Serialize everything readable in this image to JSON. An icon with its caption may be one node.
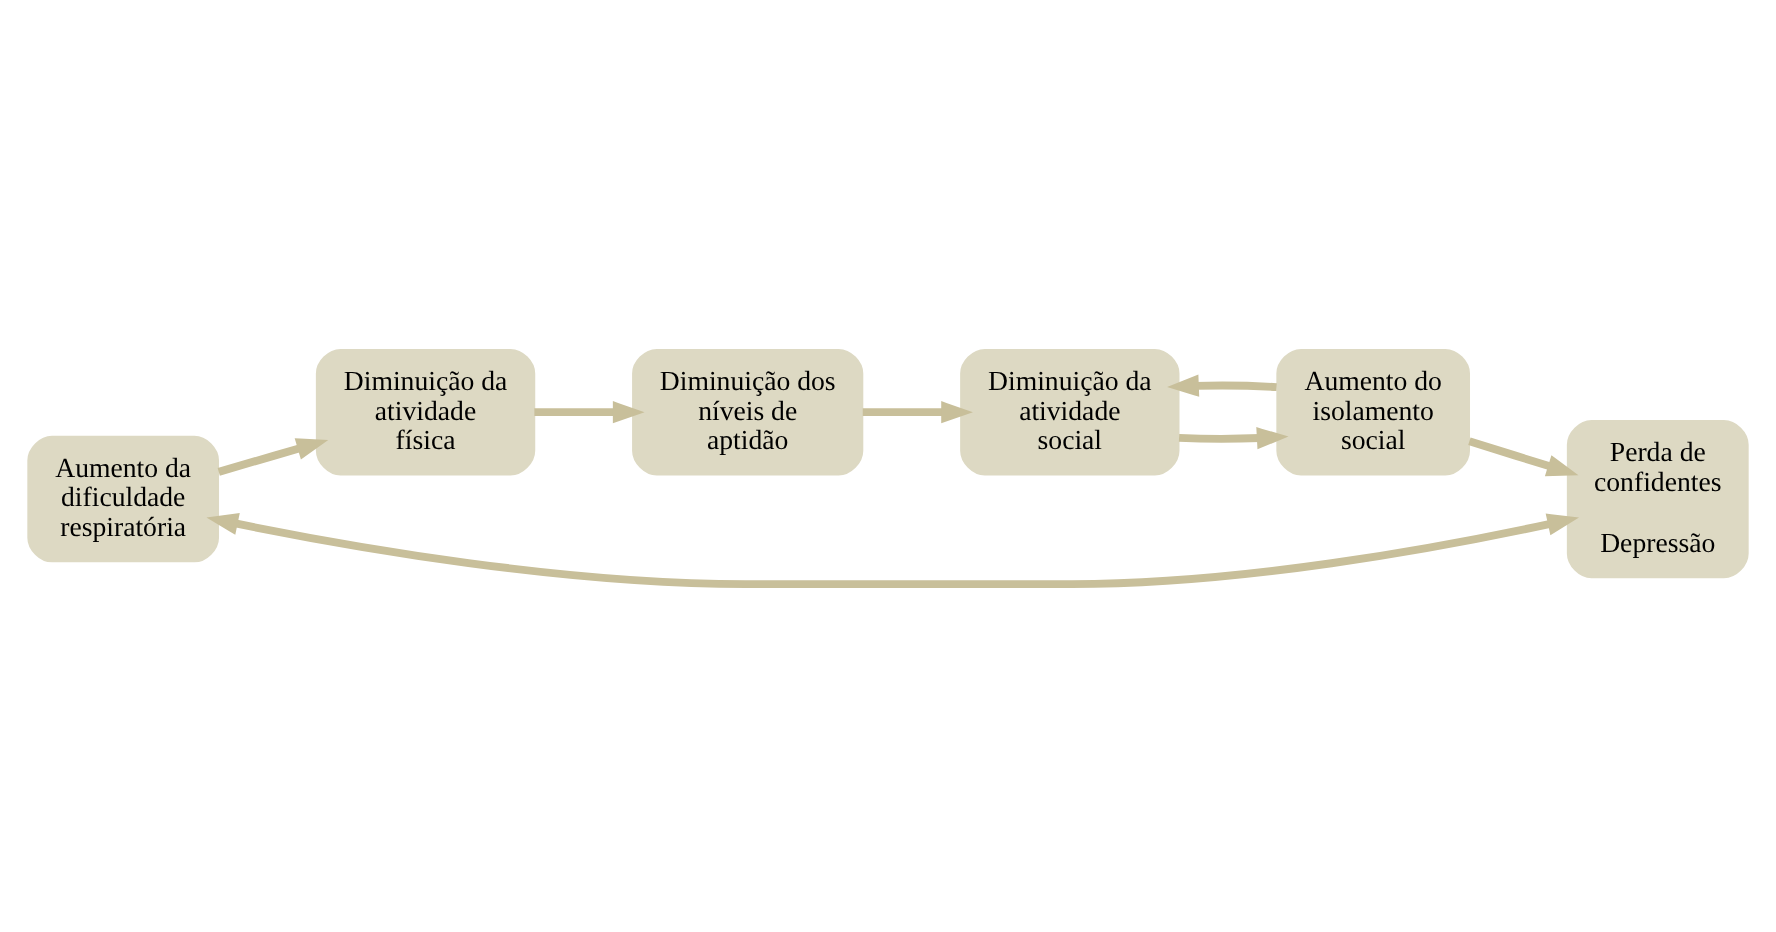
{
  "diagram": {
    "nodes": [
      {
        "text": [
          "Diminuição da atividade física"
        ]
      },
      {
        "text": [
          "Diminuição dos níveis de aptidão"
        ]
      },
      {
        "text": [
          "Aumento da dificuldade respiratória"
        ]
      },
      {
        "text": [
          "Diminuição da atividade social"
        ]
      },
      {
        "text": [
          "Aumento do isolamento social"
        ]
      },
      {
        "text": [
          "Perda de confidentes",
          "Depressão"
        ]
      }
    ],
    "edges": [
      {
        "from": 0,
        "to": 1,
        "arrow": "to"
      },
      {
        "from": 2,
        "to": 0,
        "arrow": "to"
      },
      {
        "from": 1,
        "to": 3,
        "arrow": "to"
      },
      {
        "from": 3,
        "to": 4,
        "arrow": "to"
      },
      {
        "from": 4,
        "to": 3,
        "arrow": "to"
      },
      {
        "from": 4,
        "to": 5,
        "arrow": "to"
      },
      {
        "from": 2,
        "to": 5,
        "arrow": "both"
      }
    ]
  }
}
